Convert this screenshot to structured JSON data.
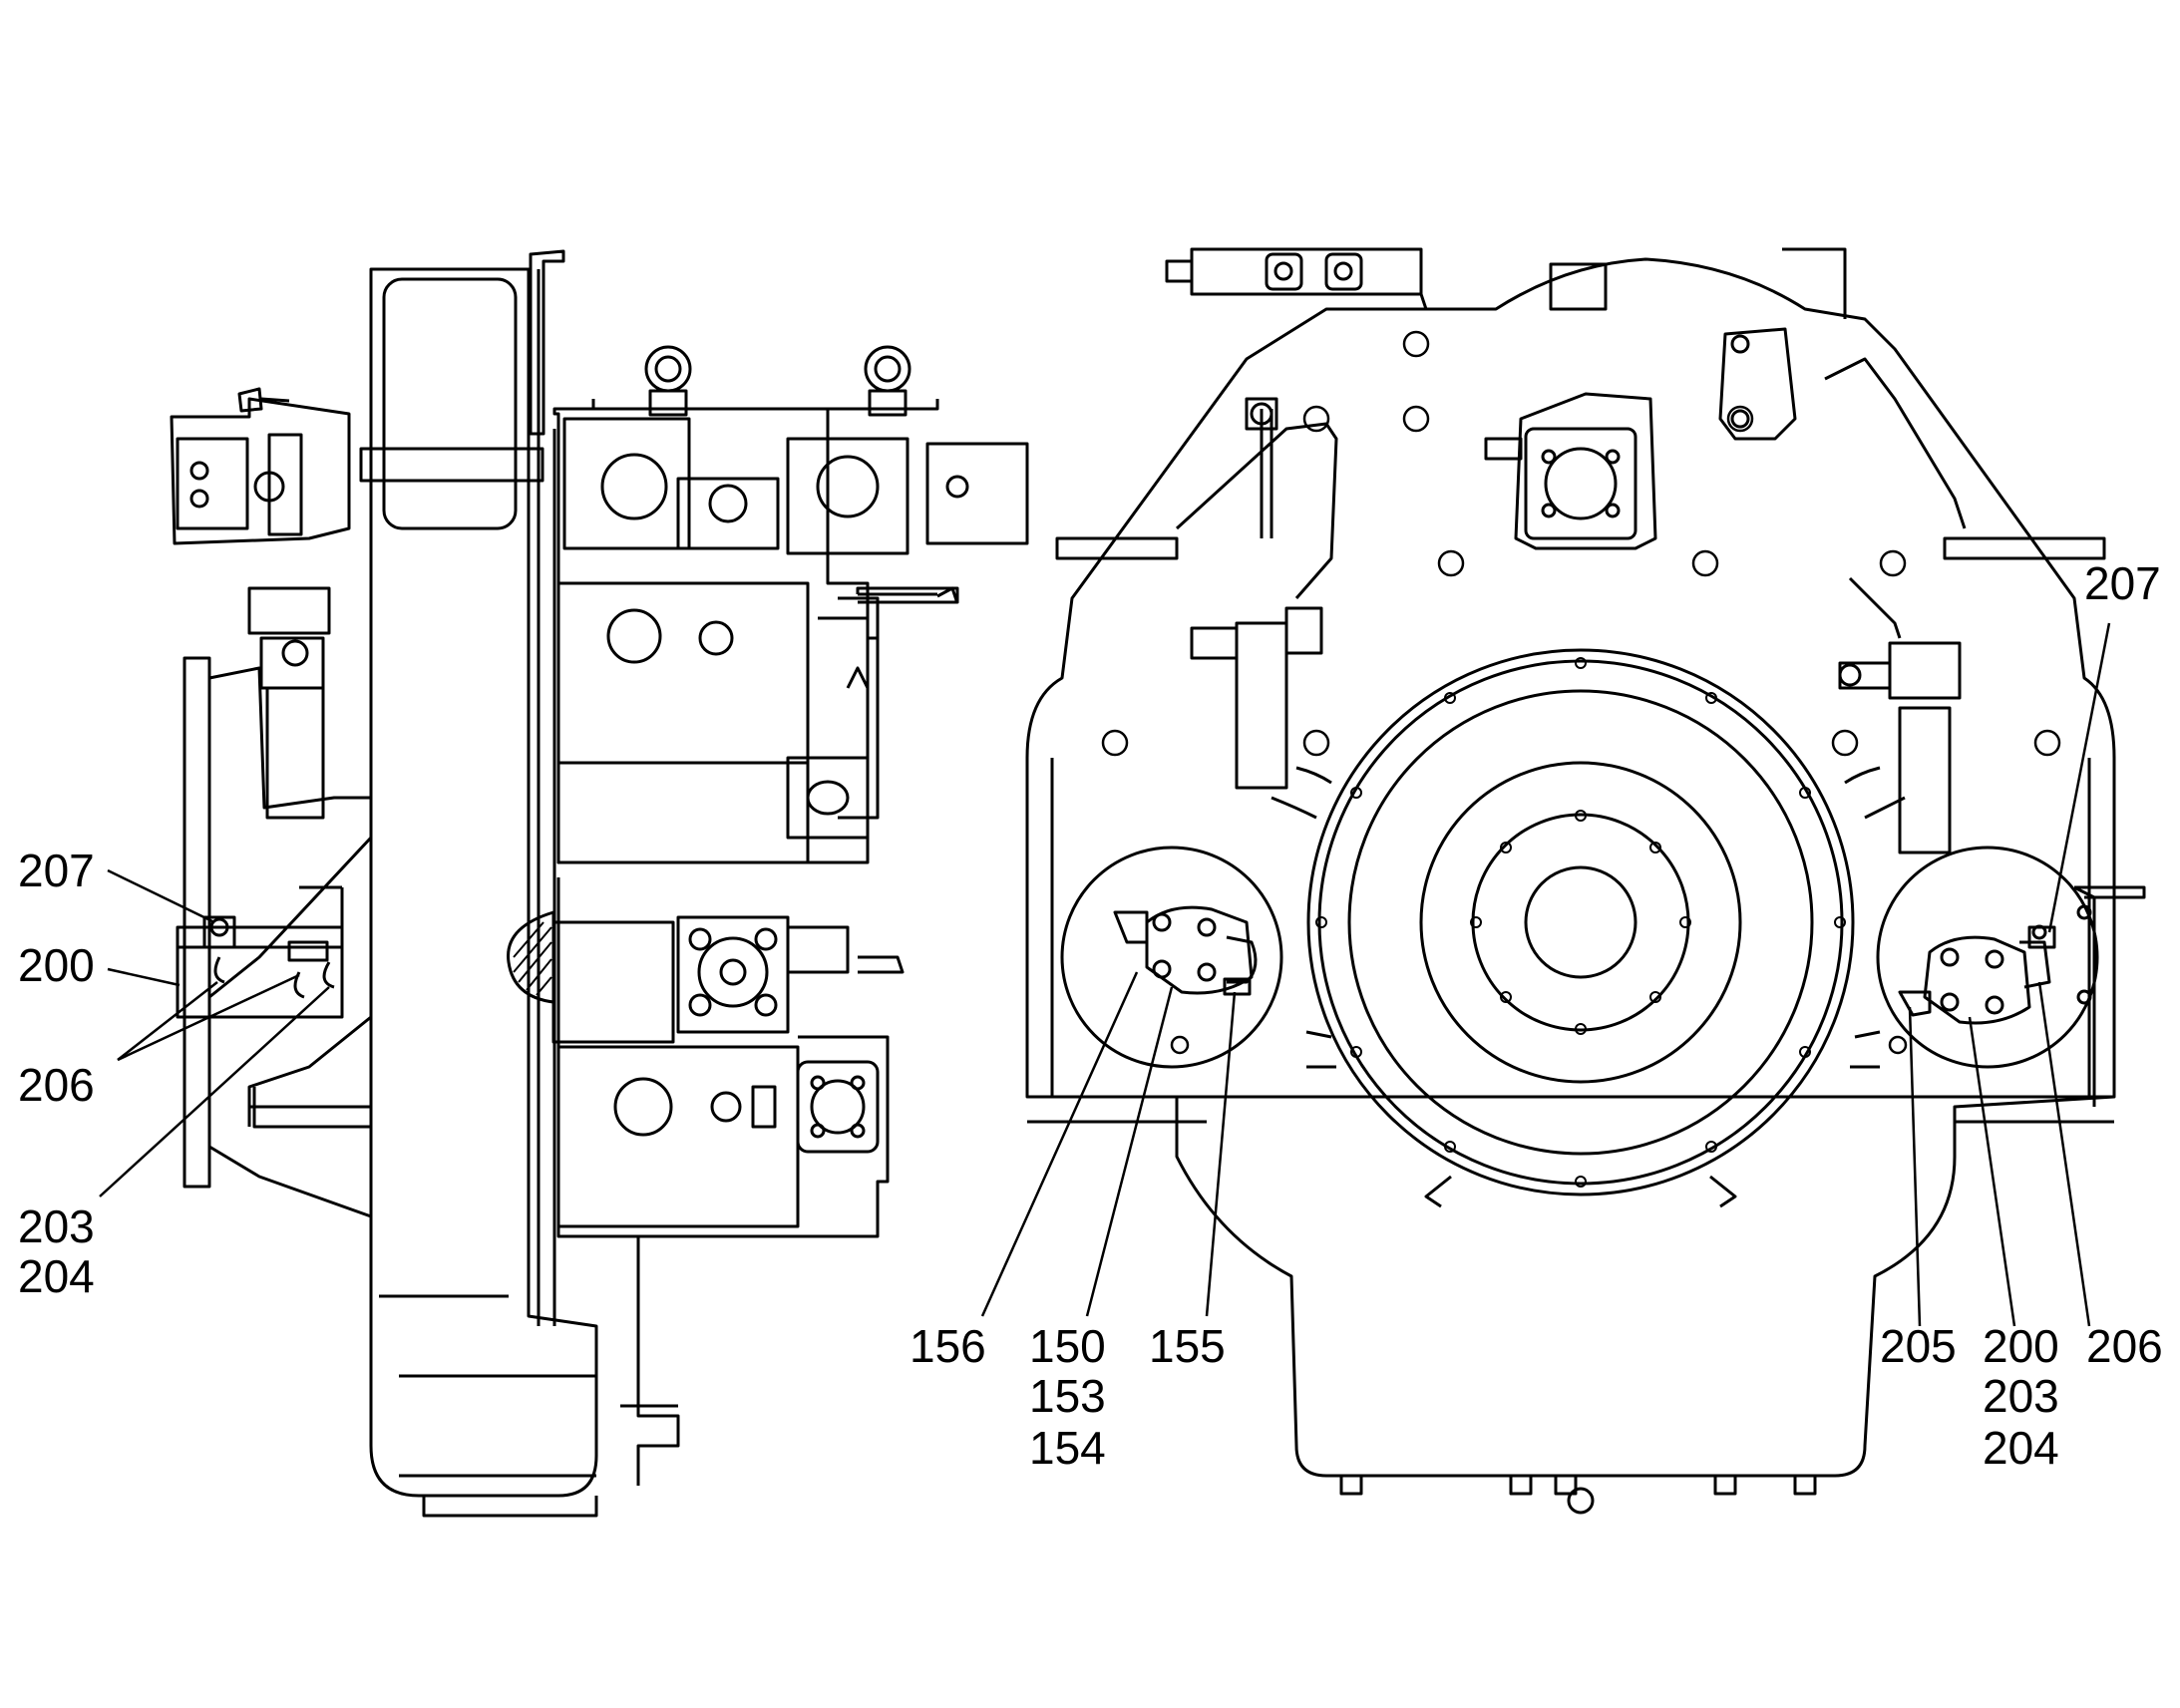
{
  "colors": {
    "ink": "#000000",
    "paper": "#ffffff"
  },
  "left_view": {
    "callouts": {
      "c207": "207",
      "c200": "200",
      "c206": "206",
      "c203": "203",
      "c204": "204"
    }
  },
  "right_view": {
    "callouts": {
      "c156": "156",
      "c150": "150",
      "c153": "153",
      "c154": "154",
      "c155": "155",
      "c205": "205",
      "c200": "200",
      "c203": "203",
      "c204": "204",
      "c206": "206",
      "c207": "207"
    }
  }
}
